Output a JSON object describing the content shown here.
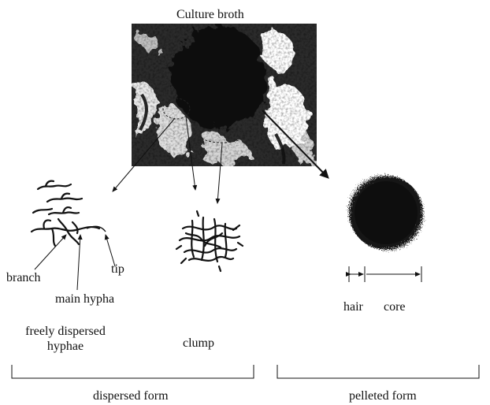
{
  "diagram": {
    "title": "Culture broth",
    "labels": {
      "branch": "branch",
      "main_hypha": "main hypha",
      "tip": "tip",
      "freely_dispersed_1": "freely dispersed",
      "freely_dispersed_2": "hyphae",
      "clump": "clump",
      "hair": "hair",
      "core": "core",
      "dispersed_form": "dispersed form",
      "pelleted_form": "pelleted form"
    }
  },
  "colors": {
    "ink": "#111111",
    "photo_bg": "#3a3a3a",
    "pellet": "#141414"
  }
}
